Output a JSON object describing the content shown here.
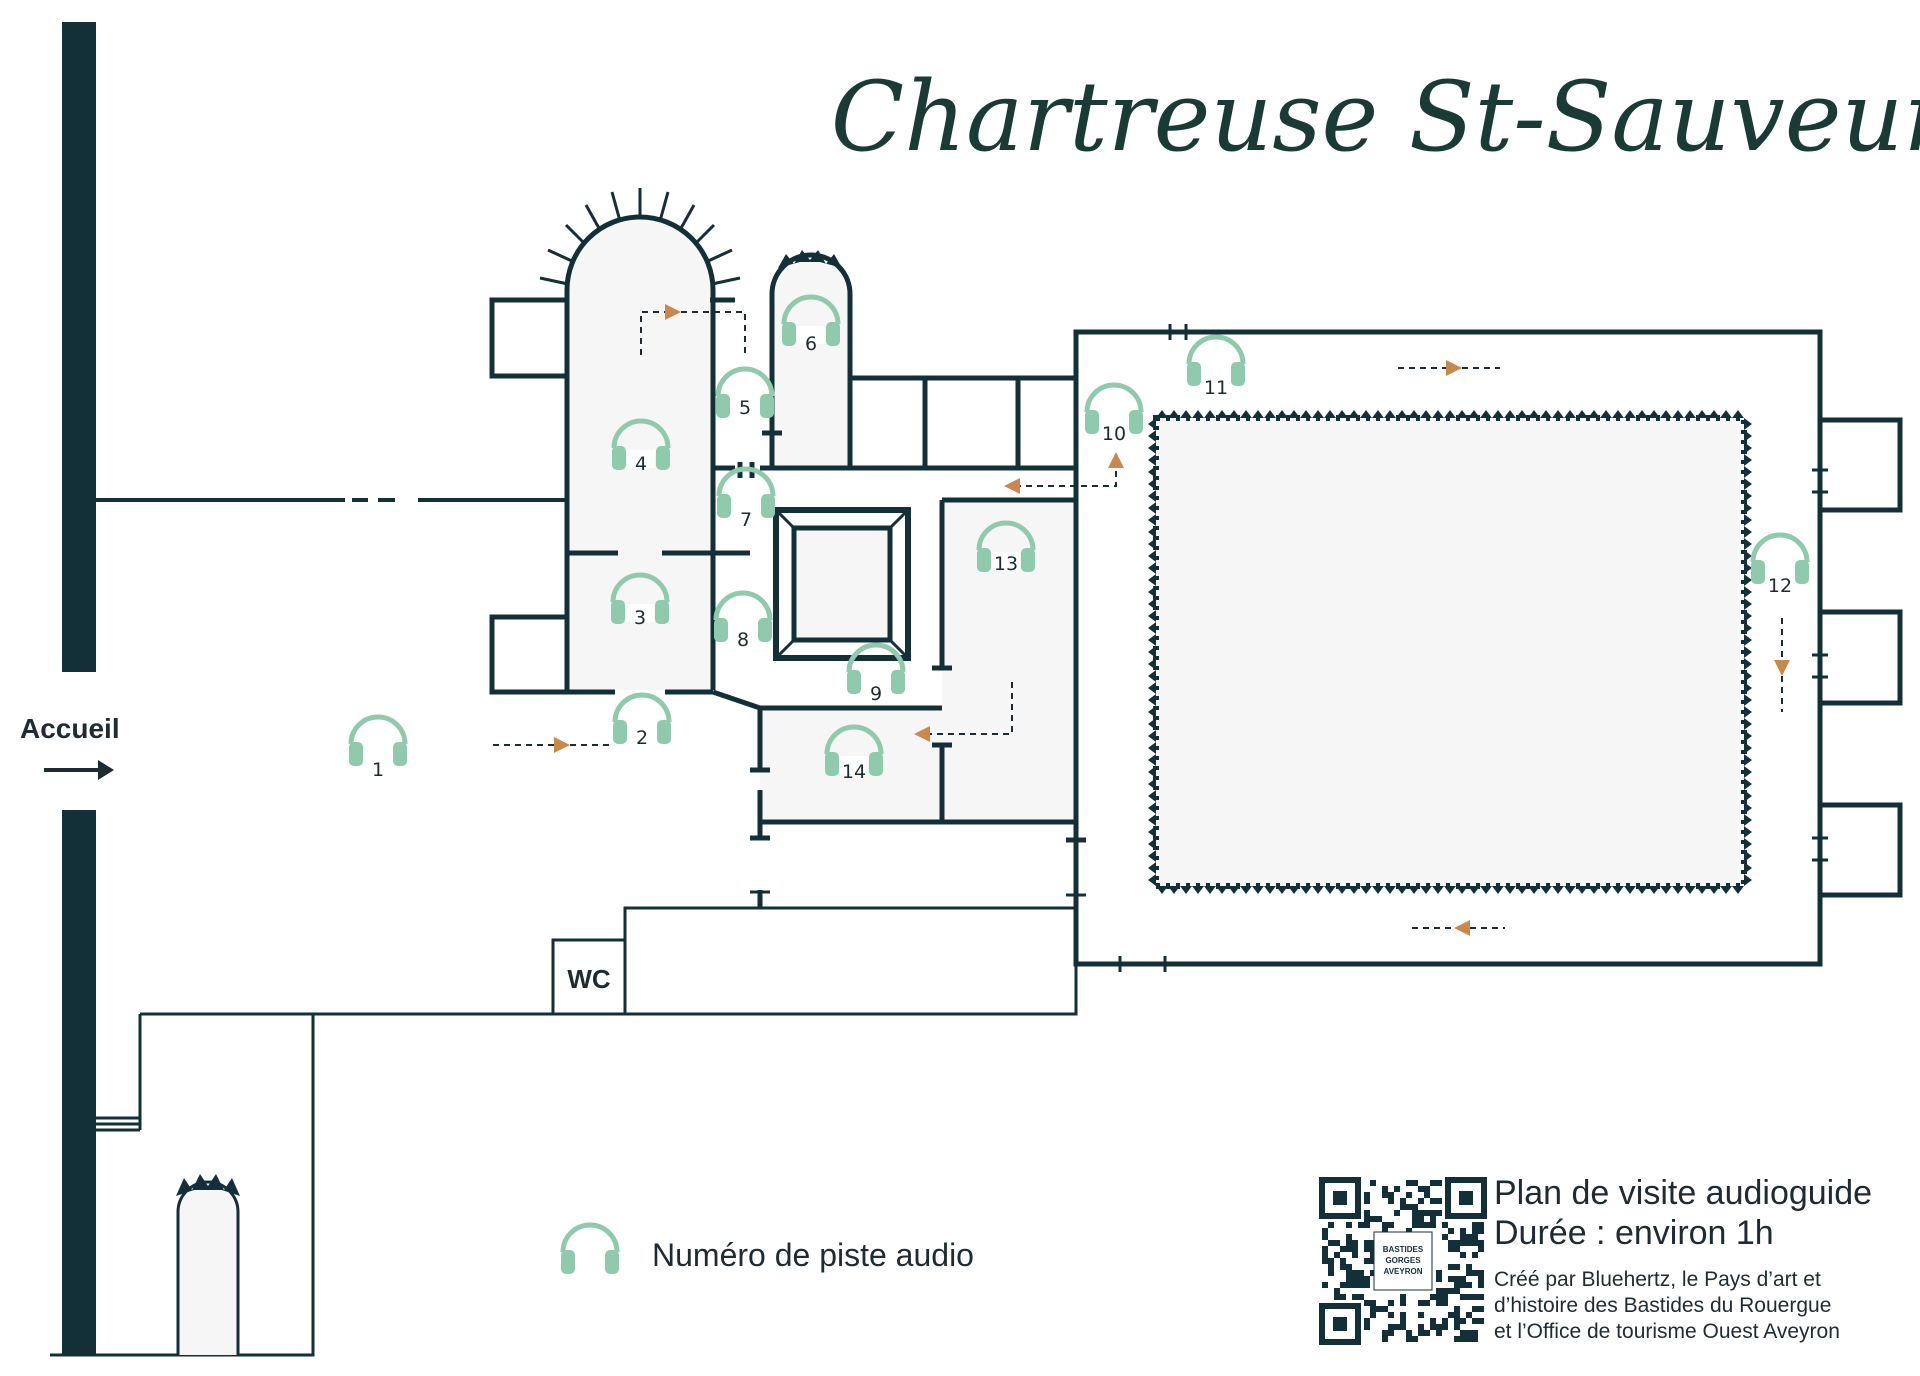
{
  "title": "Chartreuse St-Sauveur",
  "entrance": {
    "label": "Accueil"
  },
  "wc": {
    "label": "WC"
  },
  "legend": {
    "label": "Numéro de piste audio"
  },
  "tracks": [
    "1",
    "2",
    "3",
    "4",
    "5",
    "6",
    "7",
    "8",
    "9",
    "10",
    "11",
    "12",
    "13",
    "14"
  ],
  "info": {
    "line1": "Plan de visite audioguide",
    "line2": "Durée : environ 1h",
    "credit1": "Créé par  Bluehertz, le Pays d’art et",
    "credit2": "d’histoire des Bastides du Rouergue",
    "credit3": "et l’Office de tourisme Ouest Aveyron"
  },
  "qr": {
    "badge_line1": "BASTIDES",
    "badge_line2": "GORGES",
    "badge_line3": "AVEYRON"
  },
  "icons": {
    "track": "headphones-icon",
    "direction": "arrow-icon",
    "entrance": "arrow-right-icon"
  },
  "colors": {
    "wall": "#133038",
    "headphones": "#8fcaad",
    "arrow": "#c9884d",
    "text": "#1e2b33",
    "room_fill": "#f6f6f6"
  }
}
